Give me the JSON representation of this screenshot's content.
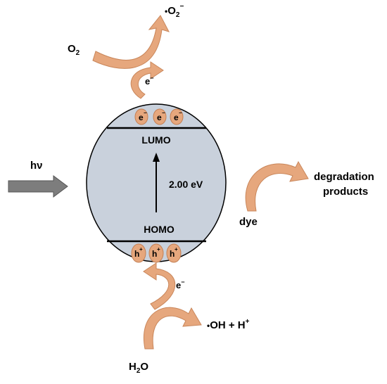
{
  "colors": {
    "ellipse_fill": "#c9d1dc",
    "ellipse_stroke": "#000000",
    "arrow_fill": "#e6a77d",
    "arrow_stroke": "#c9865a",
    "carrier_fill": "#e6a77d",
    "carrier_stroke": "#c47f53",
    "light_arrow": "#7d7d7d"
  },
  "labels": {
    "o2": "O",
    "o2_sub": "2",
    "superoxide_dot": "•",
    "superoxide": "O",
    "superoxide_sub": "2",
    "superoxide_sup": "−",
    "e_top": "e",
    "e_top_sup": "−",
    "lumo": "LUMO",
    "homo": "HOMO",
    "gap": "2.00 eV",
    "hv": "hν",
    "dye": "dye",
    "degradation_line1": "degradation",
    "degradation_line2": "products",
    "e_bottom": "e",
    "e_bottom_sup": "−",
    "oh_dot": "•",
    "oh": "OH + H",
    "oh_sup": "+",
    "h2o_h": "H",
    "h2o_sub": "2",
    "h2o_o": "O"
  },
  "electrons": [
    {
      "label": "e",
      "sup": "−"
    },
    {
      "label": "e",
      "sup": "−"
    },
    {
      "label": "e",
      "sup": "−"
    }
  ],
  "holes": [
    {
      "label": "h",
      "sup": "+"
    },
    {
      "label": "h",
      "sup": "+"
    },
    {
      "label": "h",
      "sup": "+"
    }
  ]
}
